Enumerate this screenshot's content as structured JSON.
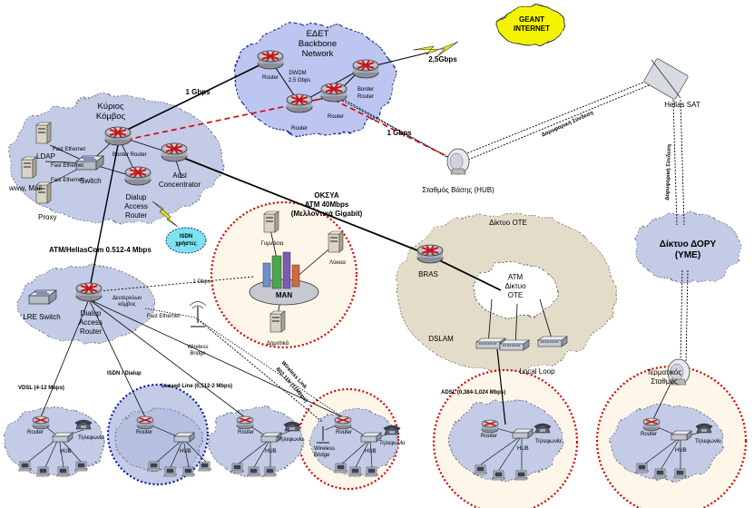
{
  "labels": {
    "geant": [
      "GEANT",
      "INTERNET"
    ],
    "edet": [
      "ΕΔΕΤ",
      "Backbone",
      "Network"
    ],
    "dwdm": [
      "DWDM",
      "2,5 Gbps"
    ],
    "router": "Router",
    "border_router": [
      "Border",
      "Router"
    ],
    "speed_25": "2,5Gbps",
    "speed_1g": "1 Gbps",
    "speed_1g_b": "1 Gbps",
    "speed_1g_c": "1 Gbps",
    "sat_link": "Δορυφορική Σύνδεση",
    "sat_link_v": "Δορυφορική Σύνδεση",
    "hellas_sat": "Hellas SAT",
    "hub_station": "Σταθμός Βάσης (HUB)",
    "main_node": [
      "Κύριος",
      "Κόμβος"
    ],
    "ldap": "LDAP",
    "www_mail": "www, Mail",
    "proxy": "Proxy",
    "switch": "Switch",
    "border_router_inline": "Border Router",
    "fast_ethernet": "Fast Ethernet",
    "adsl_conc": [
      "Adsl",
      "Concentrator"
    ],
    "dialup_router": [
      "Dialup",
      "Access",
      "Router"
    ],
    "isdn_users": [
      "ISDN",
      "χρήστες"
    ],
    "okswa": [
      "ΟΚΣΥΑ",
      "ATM 40Mbps",
      "(Μελλοντικά Gigabit)"
    ],
    "atm_hellas": "ATM/HellasCom 0.512-4 Mbps",
    "gymnasia": "Γυμνάσια",
    "lykeia": "Λύκεια",
    "man": "MAN",
    "dimotika": "Δημοτικά",
    "ote_net": "Δίκτυο ΟΤΕ",
    "bras": "BRAS",
    "atm_ote": [
      "ATM",
      "Δίκτυο",
      "ΟΤΕ"
    ],
    "dslam": "DSLAM",
    "local_loop": "Local Loop",
    "dory": [
      "Δίκτυο ΔΟΡΥ",
      "(ΥΜΕ)"
    ],
    "lre_switch": "LRE Switch",
    "secondary_node": [
      "Δευτερεύων",
      "κόμβος"
    ],
    "wireless_bridge": [
      "Wireless",
      "Bridge"
    ],
    "wireless_link": [
      "Wireless Link",
      "802.11b (11Mbps)"
    ],
    "vdsl": "VDSL (4-12 Mbps)",
    "isdn_dialup": "ISDN / Dialup",
    "leased": "Leased Line (0,512-2 Mbps)",
    "adsl": "ADSL (0,384-1,024 Mbps)",
    "terminal_station": [
      "Τερματικός",
      "Σταθμός"
    ],
    "hub": "HUB",
    "telephone": "Τηλεφωνία"
  },
  "colors": {
    "cloud_fill": "#c3cbe6",
    "cloud_fill_edet": "#bcc6f0",
    "cloud_ote": "#e3dcc9",
    "red_dot": "#d40000",
    "blue_dot": "#0a1aa8",
    "circle_fill": "#fff6ea",
    "lightning": "#f0f000",
    "router_red": "#c01818"
  }
}
